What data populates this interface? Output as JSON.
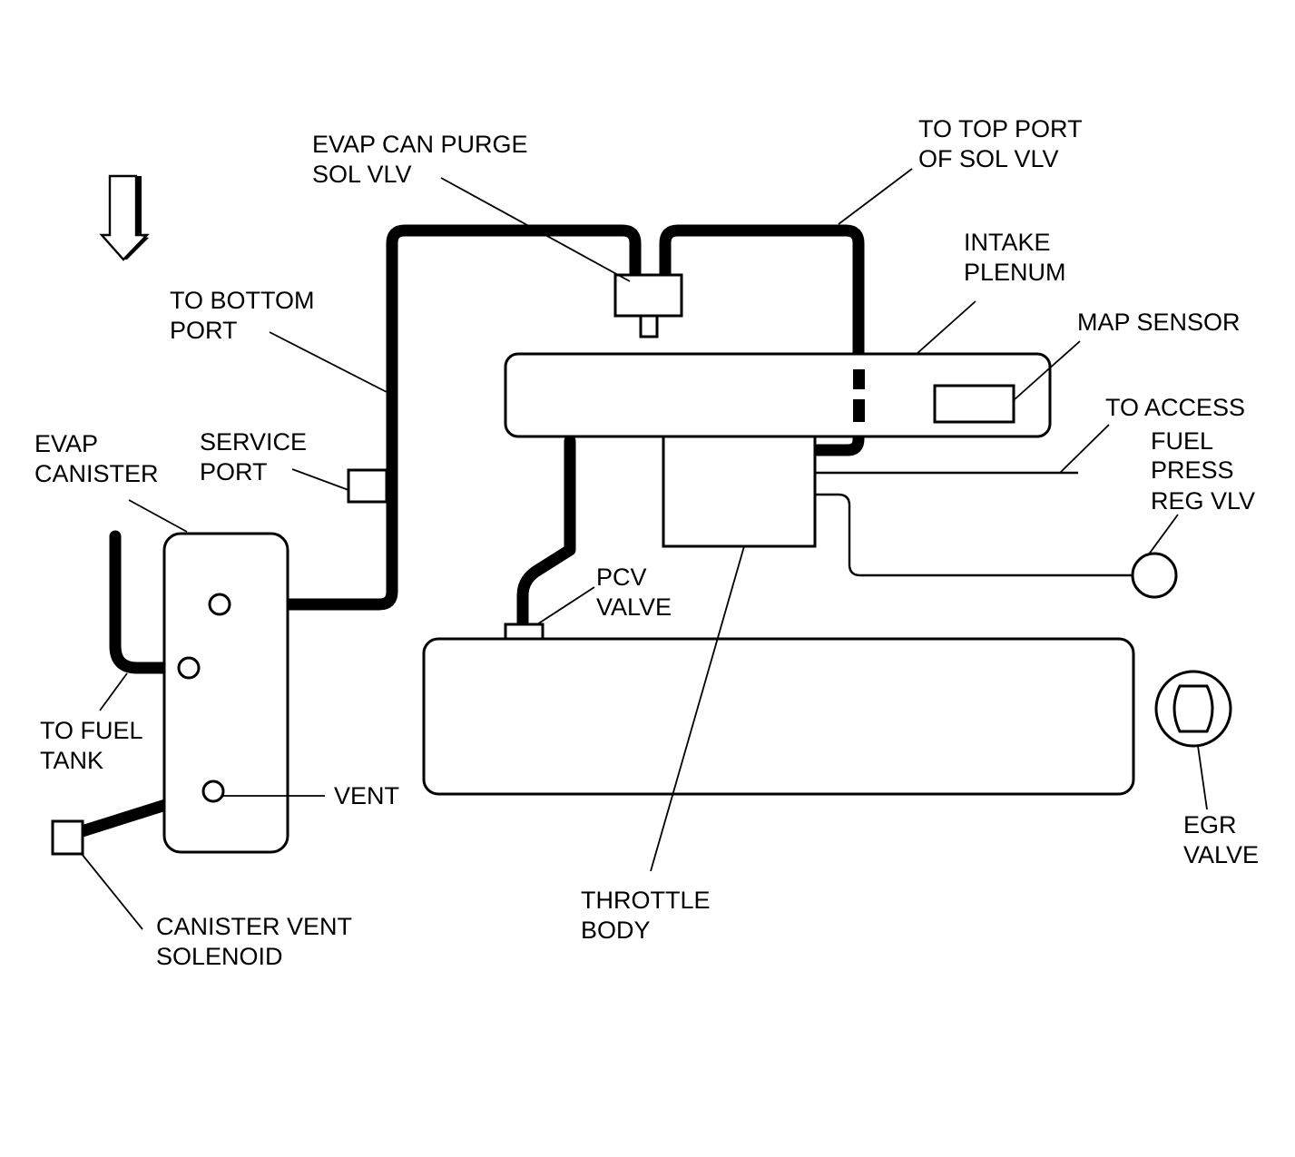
{
  "labels": {
    "evap_can_purge_1": "EVAP CAN PURGE",
    "evap_can_purge_2": "SOL VLV",
    "to_top_port_1": "TO TOP PORT",
    "to_top_port_2": "OF SOL VLV",
    "intake_plenum_1": "INTAKE",
    "intake_plenum_2": "PLENUM",
    "map_sensor": "MAP SENSOR",
    "to_bottom_port_1": "TO BOTTOM",
    "to_bottom_port_2": "PORT",
    "to_access": "TO ACCESS",
    "fuel_press_1": "FUEL",
    "fuel_press_2": "PRESS",
    "fuel_press_3": "REG VLV",
    "evap_canister_1": "EVAP",
    "evap_canister_2": "CANISTER",
    "service_port_1": "SERVICE",
    "service_port_2": "PORT",
    "pcv_valve_1": "PCV",
    "pcv_valve_2": "VALVE",
    "to_fuel_tank_1": "TO FUEL",
    "to_fuel_tank_2": "TANK",
    "vent": "VENT",
    "egr_valve_1": "EGR",
    "egr_valve_2": "VALVE",
    "throttle_body_1": "THROTTLE",
    "throttle_body_2": "BODY",
    "canister_vent_solenoid_1": "CANISTER VENT",
    "canister_vent_solenoid_2": "SOLENOID"
  },
  "icons": {
    "front_arrow": "down-arrow-icon"
  },
  "colors": {
    "line": "#000000",
    "background": "#ffffff"
  }
}
